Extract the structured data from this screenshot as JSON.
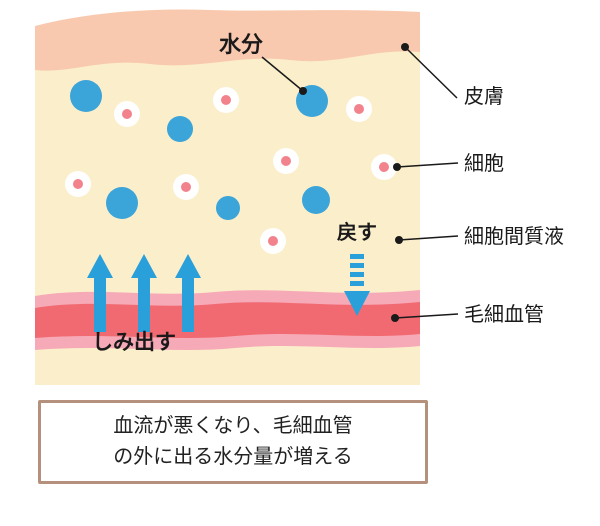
{
  "diagram": {
    "labels": {
      "water": "水分",
      "skin": "皮膚",
      "cell": "細胞",
      "interstitial_fluid": "細胞間質液",
      "capillary": "毛細血管",
      "seep_out": "しみ出す",
      "return_flow": "戻す"
    },
    "caption": {
      "line1": "血流が悪くなり、毛細血管",
      "line2": "の外に出る水分量が増える"
    },
    "colors": {
      "skin_band": "#f8c9ae",
      "tissue_bg": "#fbeecb",
      "capillary_outer": "#f6a9b6",
      "capillary_inner": "#f16a72",
      "water_circle": "#3ba4d9",
      "cell_fill": "#ffffff",
      "cell_nucleus": "#f2828c",
      "arrow": "#29a0da",
      "caption_border": "#b5917d",
      "leader": "#1a1a1a"
    }
  }
}
